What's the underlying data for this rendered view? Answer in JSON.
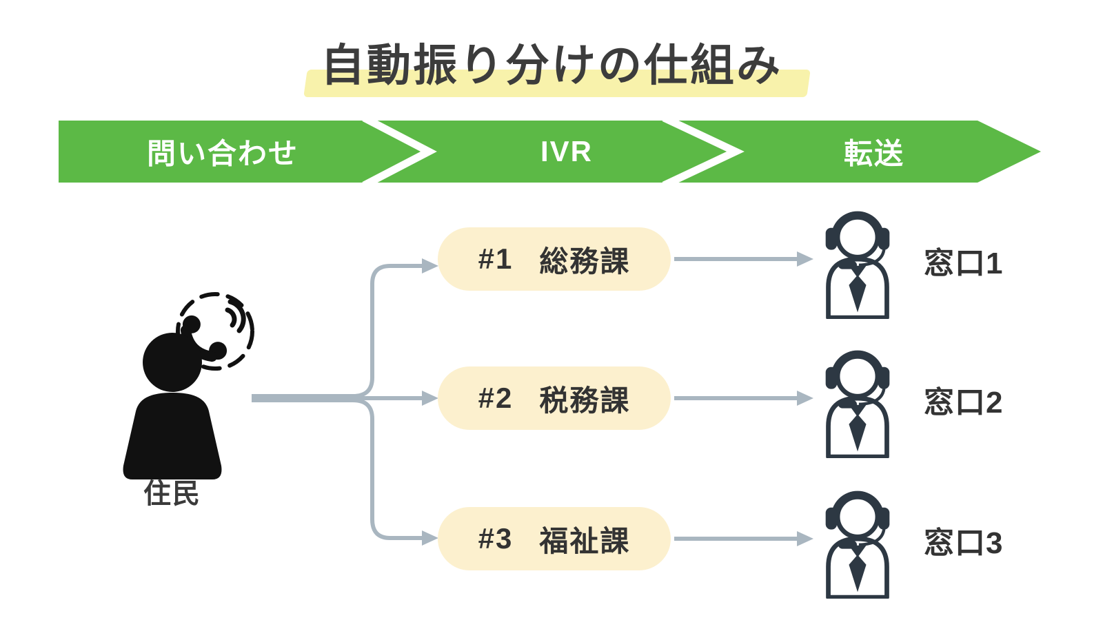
{
  "title": {
    "text": "自動振り分けの仕組み"
  },
  "banner": {
    "stages": [
      {
        "label": "問い合わせ"
      },
      {
        "label": "IVR"
      },
      {
        "label": "転送"
      }
    ]
  },
  "caller": {
    "label": "住民"
  },
  "ivr": {
    "options": [
      {
        "number": "#1",
        "dept": "総務課"
      },
      {
        "number": "#2",
        "dept": "税務課"
      },
      {
        "number": "#3",
        "dept": "福祉課"
      }
    ]
  },
  "operators": [
    {
      "label": "窓口1"
    },
    {
      "label": "窓口2"
    },
    {
      "label": "窓口3"
    }
  ],
  "colors": {
    "banner_green": "#5cb946",
    "option_fill": "#fcf0ce",
    "title_highlight": "#f8f2ab",
    "connector_gray": "#a9b6c0",
    "icon_dark": "#2d3843",
    "caller_black": "#111111",
    "text_dark": "#3c3c3c"
  }
}
